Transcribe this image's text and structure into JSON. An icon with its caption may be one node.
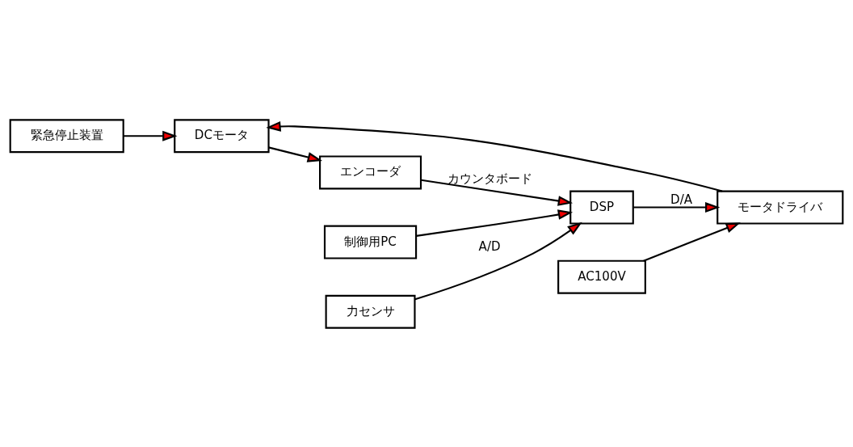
{
  "diagram": {
    "nodes": [
      {
        "text": [
          "緊急停止装置"
        ]
      },
      {
        "text": [
          "AC100V"
        ]
      },
      {
        "text": [
          "モータドライバ"
        ]
      },
      {
        "text": [
          "DCモータ"
        ]
      },
      {
        "text": [
          "エンコーダ"
        ]
      },
      {
        "text": [
          "制御用PC"
        ]
      },
      {
        "text": [
          "DSP"
        ]
      },
      {
        "text": [
          "力センサ"
        ]
      }
    ],
    "edges": [
      {
        "from": 1,
        "to": 2,
        "arrow": "to"
      },
      {
        "from": 2,
        "to": 3,
        "arrow": "to"
      },
      {
        "from": 0,
        "to": 3,
        "arrow": "to"
      },
      {
        "from": 3,
        "to": 4,
        "arrow": "to"
      },
      {
        "from": 6,
        "to": 2,
        "arrow": "to",
        "label": "D/A"
      },
      {
        "from": 5,
        "to": 6,
        "arrow": "to"
      },
      {
        "from": 4,
        "to": 6,
        "arrow": "to",
        "label": "カウンタボード"
      },
      {
        "from": 7,
        "to": 6,
        "arrow": "to",
        "label": "A/D"
      }
    ]
  }
}
